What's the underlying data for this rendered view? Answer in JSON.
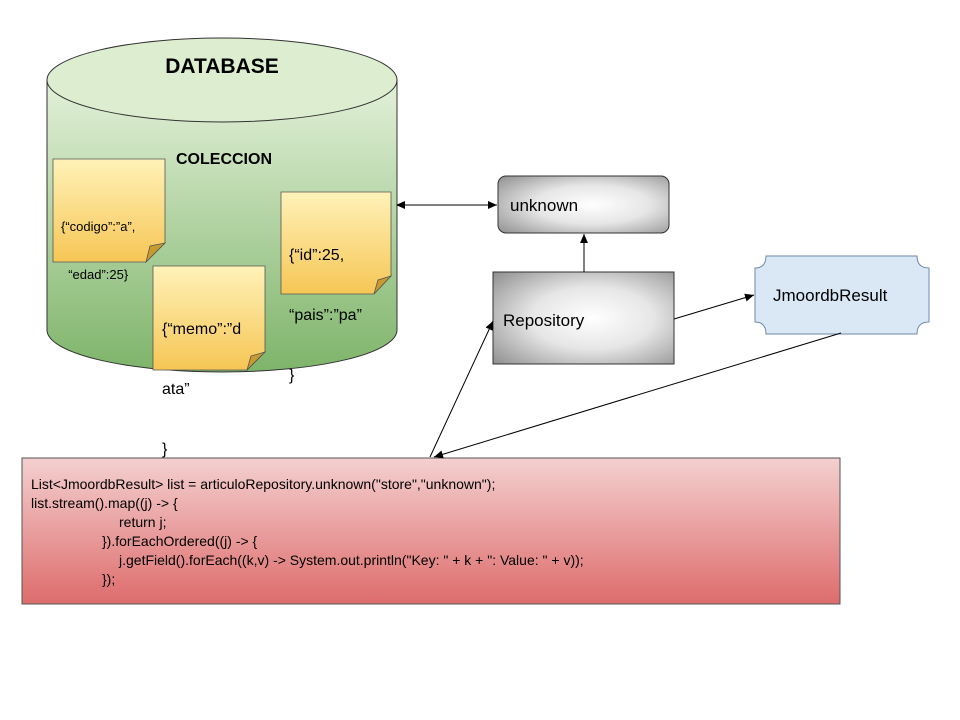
{
  "database": {
    "title": "DATABASE",
    "collection_label": "COLECCION"
  },
  "documents": [
    {
      "lines": [
        "{“codigo”:”a”,",
        "  “edad”:25}"
      ]
    },
    {
      "lines": [
        "{“memo”:”d",
        "ata”",
        "}"
      ]
    },
    {
      "lines": [
        "{“id”:25,",
        "“pais”:”pa”",
        "}"
      ]
    }
  ],
  "boxes": {
    "unknown": "unknown",
    "repository": "Repository",
    "result": "JmoordbResult"
  },
  "code": {
    "lines": [
      "List<JmoordbResult> list = articuloRepository.unknown(\"store\",\"unknown\");",
      "list.stream().map((j) -> {",
      "return j;",
      "}).forEachOrdered((j) -> {",
      "j.getField().forEach((k,v) -> System.out.println(\"Key: \" + k + \": Value: \" + v));",
      "});"
    ]
  },
  "colors": {
    "db_fill_top": "#e3f1d9",
    "db_fill_bottom": "#7eb46a",
    "note_top": "#fff2b8",
    "note_bottom": "#f6c655",
    "box_gray": "#9a9a9a",
    "result_fill": "#dae8f6",
    "code_top": "#f4d0d0",
    "code_bottom": "#de6c6c"
  }
}
